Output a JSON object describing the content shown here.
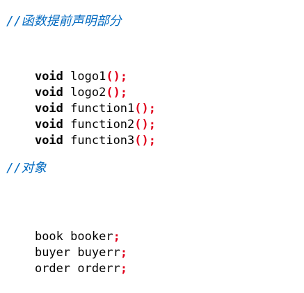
{
  "code": {
    "comment1": "//函数提前声明部分",
    "decls": [
      {
        "type": "void",
        "name": "logo1",
        "parens": "()",
        "semi": ";"
      },
      {
        "type": "void",
        "name": "logo2",
        "parens": "()",
        "semi": ";"
      },
      {
        "type": "void",
        "name": "function1",
        "parens": "()",
        "semi": ";"
      },
      {
        "type": "void",
        "name": "function2",
        "parens": "()",
        "semi": ";"
      },
      {
        "type": "void",
        "name": "function3",
        "parens": "()",
        "semi": ";"
      }
    ],
    "comment2": "//对象",
    "objects": [
      {
        "type": "book",
        "name": "booker",
        "semi": ";"
      },
      {
        "type": "buyer",
        "name": "buyerr",
        "semi": ";"
      },
      {
        "type": "order",
        "name": "orderr",
        "semi": ";"
      }
    ]
  },
  "colors": {
    "comment": "#0069c0",
    "punctuation": "#e0001b",
    "text": "#000000"
  }
}
